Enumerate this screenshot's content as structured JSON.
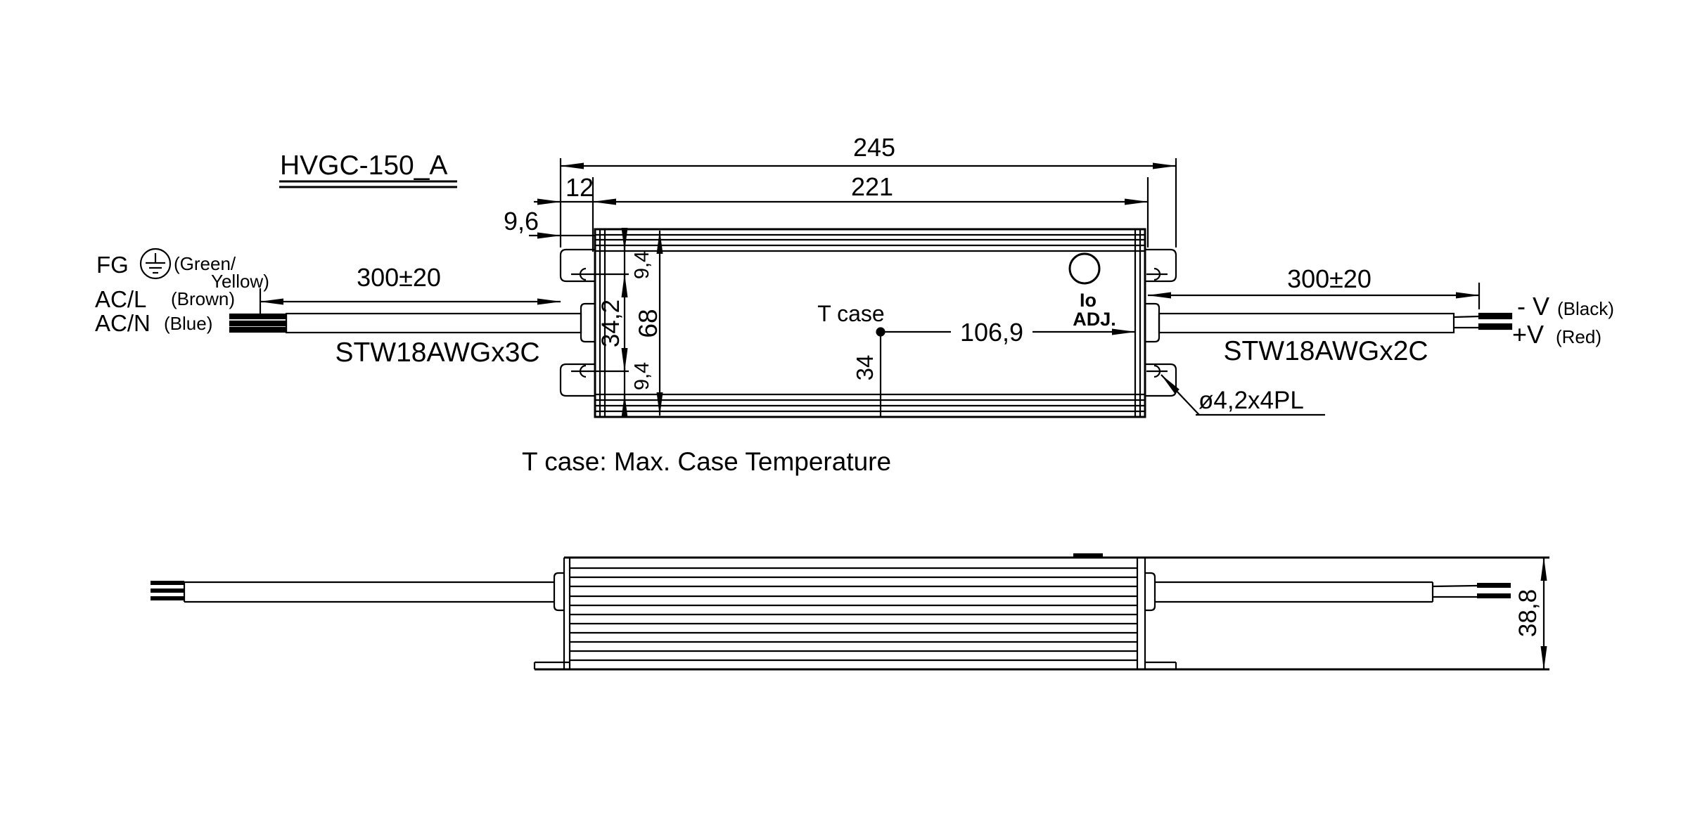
{
  "title": "HVGC-150_A",
  "note": "T case: Max. Case Temperature",
  "top_view": {
    "dim_total": "245",
    "dim_slots": "221",
    "dim_bracket_offset": "12",
    "dim_bracket_depth": "9,6",
    "dim_height": "68",
    "dim_slot_span": "34,2",
    "dim_slot_top": "9,4",
    "dim_slot_bottom": "9,4",
    "dim_tcase_x": "106,9",
    "dim_tcase_y": "34",
    "tcase_label": "T case",
    "adj_line1": "Io",
    "adj_line2": "ADJ.",
    "hole_spec": "ø4,2x4PL"
  },
  "input_side": {
    "fg_label": "FG",
    "fg_wire": "(Green/",
    "fg_wire2": "Yellow)",
    "line_label": "AC/L",
    "line_wire": "(Brown)",
    "neutral_label": "AC/N",
    "neutral_wire": "(Blue)",
    "cable_length": "300±20",
    "cable_spec": "STW18AWGx3C"
  },
  "output_side": {
    "cable_length": "300±20",
    "cable_spec": "STW18AWGx2C",
    "neg_label": "- V",
    "neg_wire": "(Black)",
    "pos_label": "+V",
    "pos_wire": "(Red)"
  },
  "side_view": {
    "dim_height": "38,8"
  }
}
